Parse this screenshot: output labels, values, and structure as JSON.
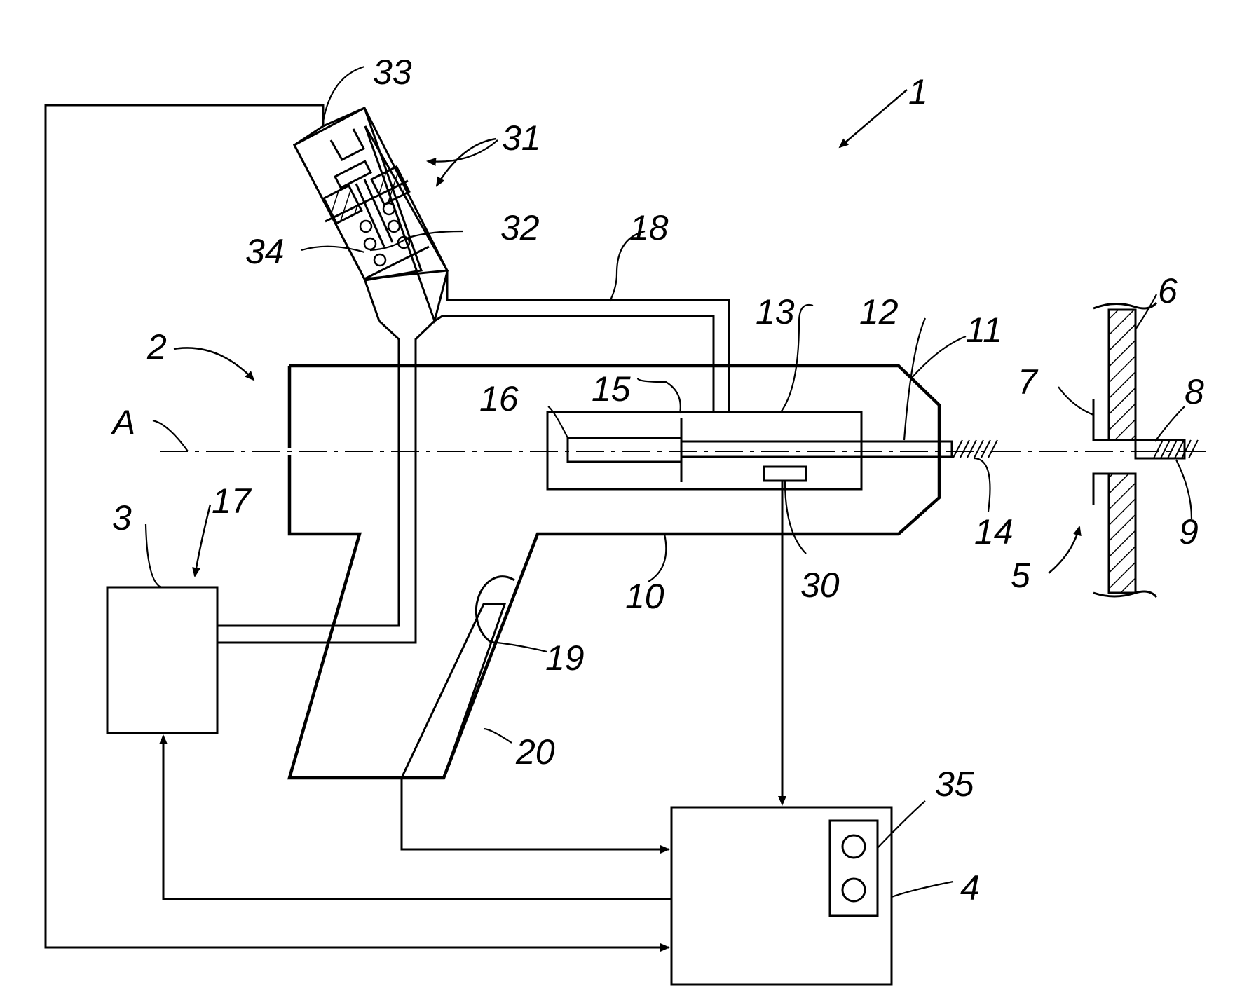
{
  "labels": {
    "n1": "1",
    "n2": "2",
    "n3": "3",
    "n4": "4",
    "n5": "5",
    "n6": "6",
    "n7": "7",
    "n8": "8",
    "n9": "9",
    "n10": "10",
    "n11": "11",
    "n12": "12",
    "n13": "13",
    "n14": "14",
    "n15": "15",
    "n16": "16",
    "n17": "17",
    "n18": "18",
    "n19": "19",
    "n20": "20",
    "n30": "30",
    "n31": "31",
    "n32": "32",
    "n33": "33",
    "n34": "34",
    "n35": "35",
    "axis": "A"
  }
}
